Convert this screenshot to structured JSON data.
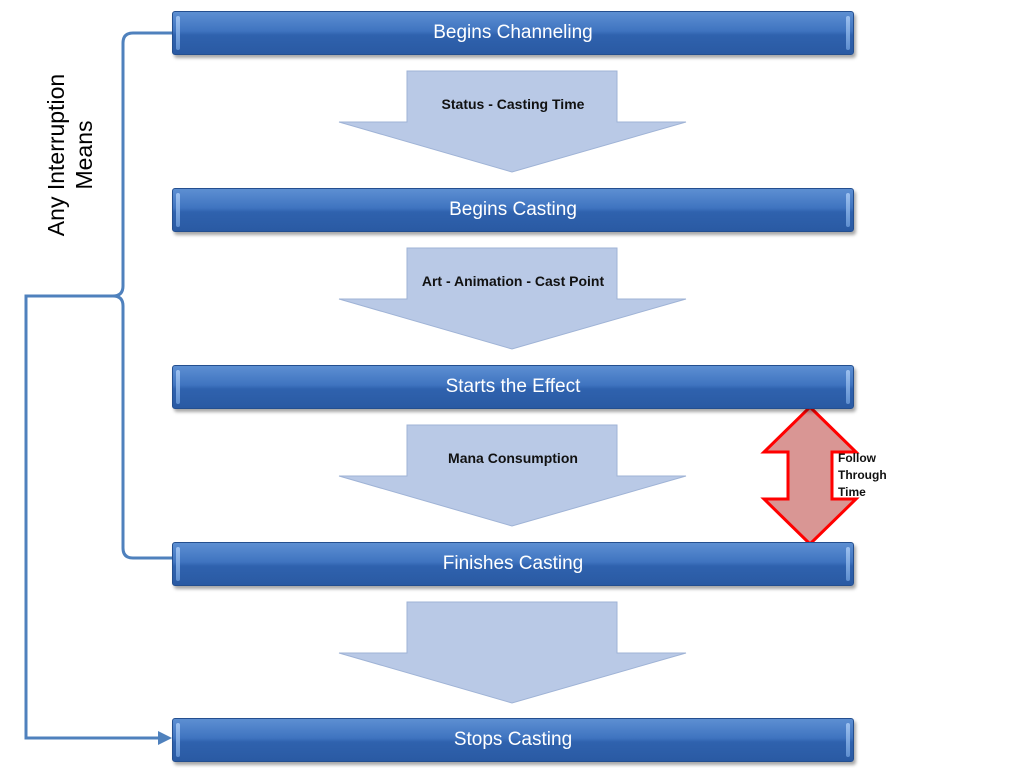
{
  "stages": [
    {
      "label": "Begins Channeling"
    },
    {
      "label": "Begins Casting"
    },
    {
      "label": "Starts the Effect"
    },
    {
      "label": "Finishes Casting"
    },
    {
      "label": "Stops Casting"
    }
  ],
  "transitions": [
    {
      "label": "Status - Casting Time"
    },
    {
      "label": "Art - Animation - Cast Point"
    },
    {
      "label": "Mana Consumption"
    },
    {
      "label": ""
    }
  ],
  "interruption": {
    "label": "Any  Interruption\nMeans"
  },
  "follow_through": {
    "label": "Follow\nThrough\nTime"
  },
  "colors": {
    "stage_fill": "#3f74c0",
    "flow_arrow_fill": "#b9c9e6",
    "connector": "#4f81bd",
    "follow_through_fill": "#d99694",
    "follow_through_stroke": "#ff0000"
  }
}
